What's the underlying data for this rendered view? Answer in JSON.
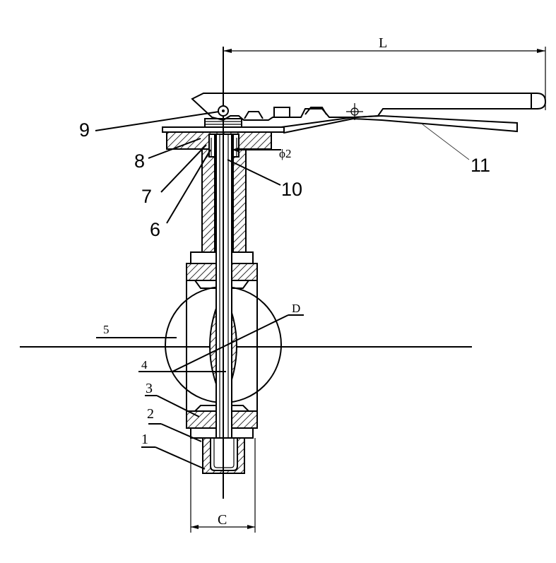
{
  "labels": {
    "part_1": "1",
    "part_2": "2",
    "part_3": "3",
    "part_4": "4",
    "part_5": "5",
    "part_6": "6",
    "part_7": "7",
    "part_8": "8",
    "part_9": "9",
    "part_10": "10",
    "part_11": "11",
    "dim_L": "L",
    "dim_D": "D",
    "dim_C": "C",
    "dim_phi2": "ϕ2"
  }
}
